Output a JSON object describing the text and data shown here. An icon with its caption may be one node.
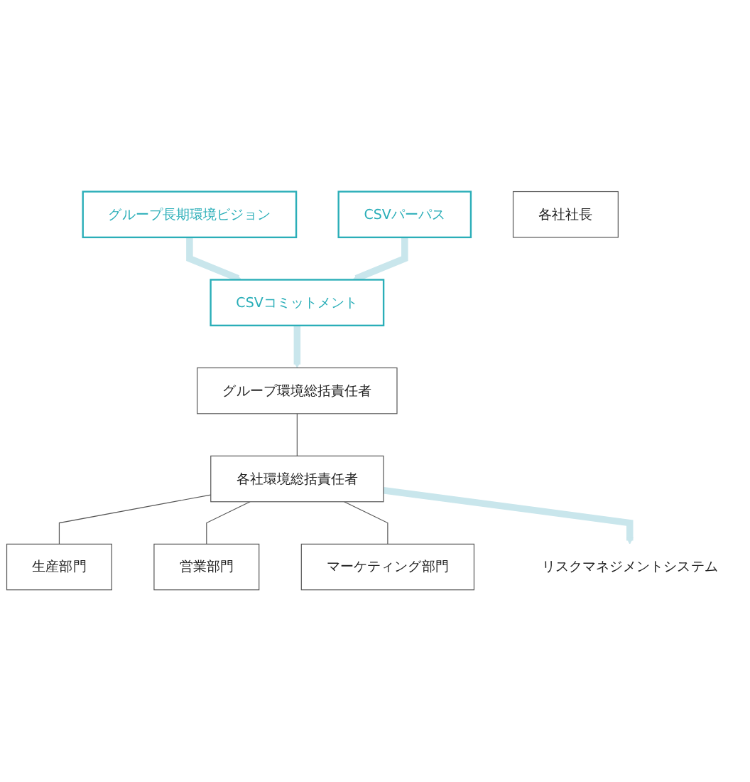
{
  "diagram": {
    "nodes": [
      {
        "text": [
          "グループ長期環境ビジョン"
        ]
      },
      {
        "text": [
          "CSVパーパス"
        ]
      },
      {
        "text": [
          "CSVコミットメント"
        ]
      },
      {
        "text": [
          "グループ環境総括責任者"
        ]
      },
      {
        "text": [
          "各社社長"
        ]
      },
      {
        "text": [
          "各社環境総括責任者"
        ]
      },
      {
        "text": [
          "生産部門"
        ]
      },
      {
        "text": [
          "営業部門"
        ]
      },
      {
        "text": [
          "マーケティング部門"
        ]
      },
      {
        "text": [
          "リスクマネジメントシステム"
        ]
      }
    ],
    "edges": [
      {
        "from": 0,
        "to": 2,
        "arrow": "to",
        "style": "thick",
        "color": "#c9e6ec"
      },
      {
        "from": 1,
        "to": 2,
        "arrow": "to",
        "style": "thick",
        "color": "#c9e6ec"
      },
      {
        "from": 2,
        "to": 3,
        "arrow": "to",
        "style": "thick",
        "color": "#c9e6ec"
      },
      {
        "from": 3,
        "to": 5,
        "arrow": "none",
        "color": "#555555"
      },
      {
        "from": 5,
        "to": 6,
        "arrow": "none",
        "color": "#555555"
      },
      {
        "from": 5,
        "to": 7,
        "arrow": "none",
        "color": "#555555"
      },
      {
        "from": 5,
        "to": 8,
        "arrow": "none",
        "color": "#555555"
      },
      {
        "from": 5,
        "to": 9,
        "arrow": "to",
        "style": "thick",
        "color": "#c9e6ec"
      }
    ]
  }
}
